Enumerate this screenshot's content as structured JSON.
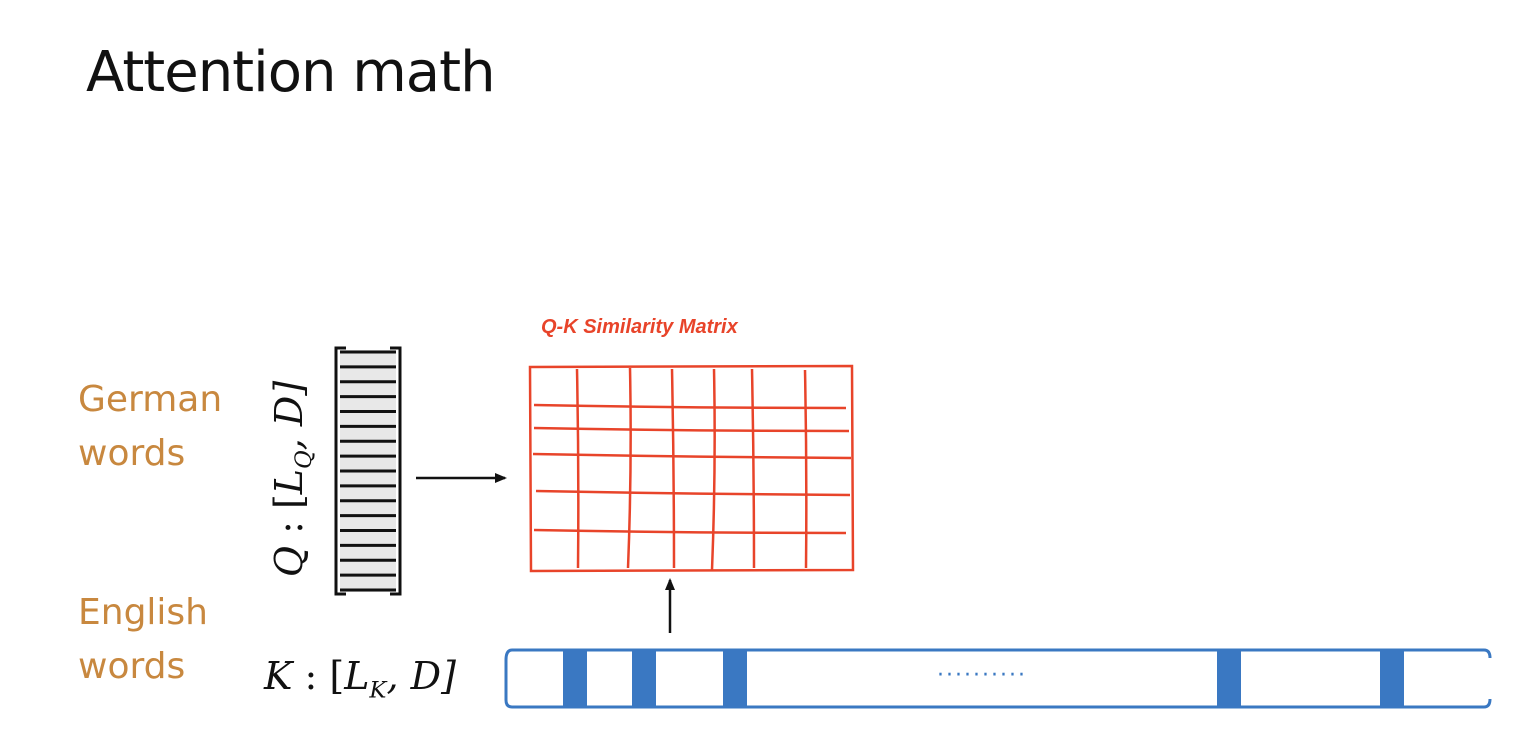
{
  "title": "Attention math",
  "labels": {
    "german_line1": "German",
    "german_line2": "words",
    "english_line1": "English",
    "english_line2": "words",
    "label_color": "#C8883F"
  },
  "matrix": {
    "title": "Q-K Similarity Matrix",
    "color": "#E8442A"
  },
  "query": {
    "symbol": "Q",
    "sep": " : [",
    "sub_symbol": "L",
    "sub": "Q",
    "dim": ", D]"
  },
  "key": {
    "symbol": "K",
    "sep": " : [",
    "sub_symbol": "L",
    "sub": "K",
    "dim": ", D]",
    "bar_color": "#3A78C2",
    "ellipsis": "··········"
  }
}
